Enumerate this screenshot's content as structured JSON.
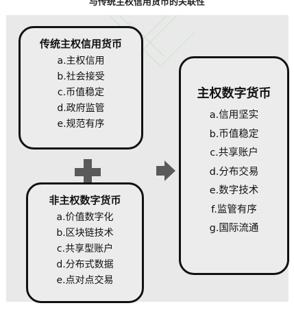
{
  "caption": "与传统主权信用货币的关联性",
  "boxes": {
    "traditional": {
      "title": "传统主权信用货币",
      "items": [
        "a.主权信用",
        "b.社会接受",
        "c.币值稳定",
        "d.政府监管",
        "e.规范有序"
      ]
    },
    "non_sovereign": {
      "title": "非主权数字货币",
      "items": [
        "a.价值数字化",
        "b.区块链技术",
        "c.共享型账户",
        "d.分布式数据",
        "e.点对点交易"
      ]
    },
    "sovereign_digital": {
      "title": "主权数字货币",
      "items": [
        "a.信用坚实",
        "b.币值稳定",
        "c.共享账户",
        "d.分布交易",
        "e.数字技术",
        "f.监管有序",
        "g.国际流通"
      ]
    }
  },
  "colors": {
    "panel": "#e9e9e9",
    "box_border": "#111111",
    "symbol": "#5a5a5a"
  },
  "icons": {
    "plus": "plus-icon",
    "arrow": "arrow-right-icon"
  }
}
